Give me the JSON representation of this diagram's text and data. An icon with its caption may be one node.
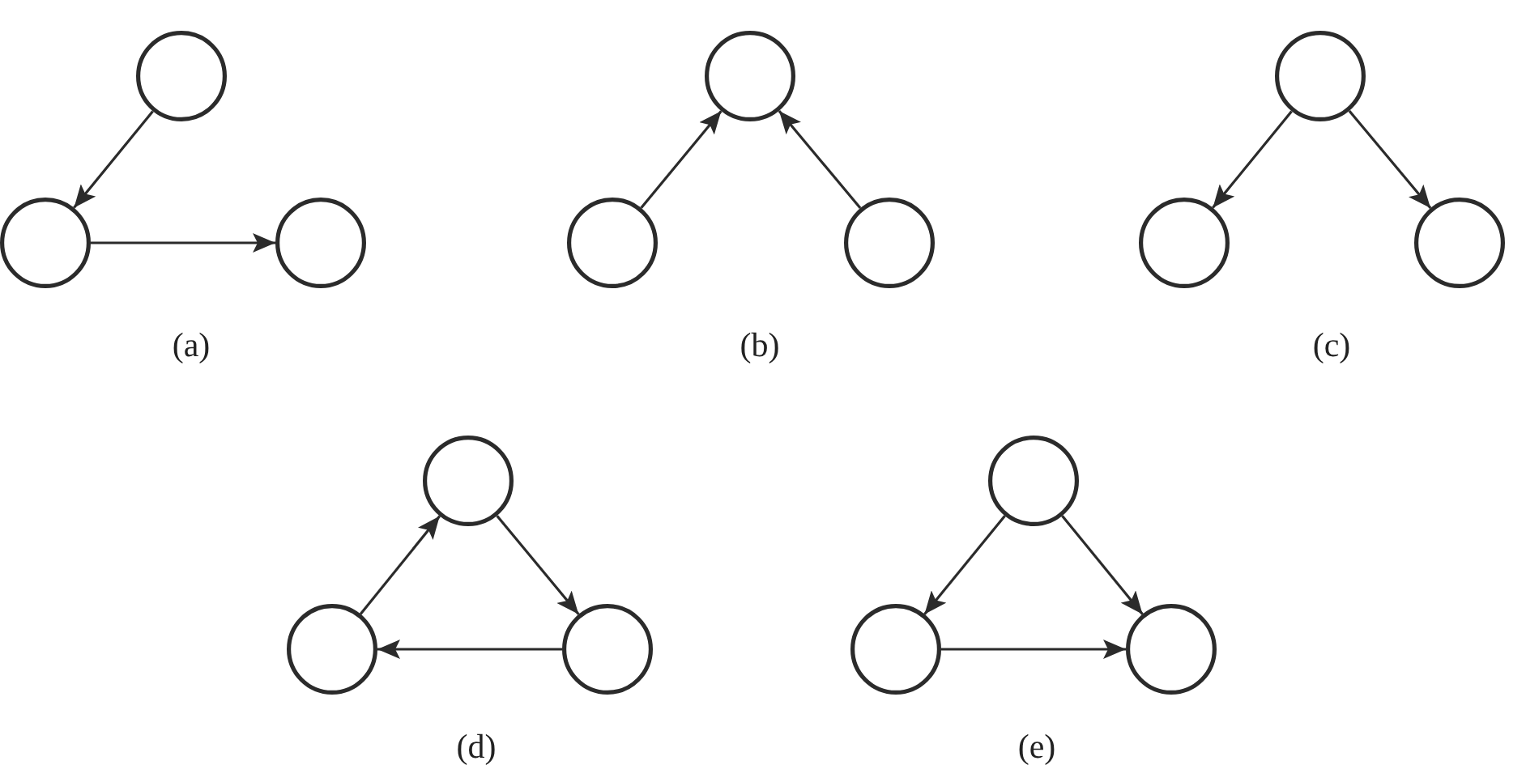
{
  "diagram": {
    "nodes": [
      {
        "text": [],
        "shape": "circle"
      },
      {
        "text": [],
        "shape": "circle"
      },
      {
        "text": [],
        "shape": "circle"
      },
      {
        "text": [],
        "shape": "circle"
      },
      {
        "text": [],
        "shape": "circle"
      },
      {
        "text": [],
        "shape": "circle"
      },
      {
        "text": [],
        "shape": "circle"
      },
      {
        "text": [],
        "shape": "circle"
      },
      {
        "text": [],
        "shape": "circle"
      },
      {
        "text": [],
        "shape": "circle"
      },
      {
        "text": [],
        "shape": "circle"
      },
      {
        "text": [],
        "shape": "circle"
      },
      {
        "text": [],
        "shape": "circle"
      },
      {
        "text": [],
        "shape": "circle"
      },
      {
        "text": [],
        "shape": "circle"
      }
    ],
    "edges": [
      {
        "from": 0,
        "to": 1,
        "arrow": "to"
      },
      {
        "from": 1,
        "to": 2,
        "arrow": "to"
      },
      {
        "from": 4,
        "to": 3,
        "arrow": "to"
      },
      {
        "from": 5,
        "to": 3,
        "arrow": "to"
      },
      {
        "from": 6,
        "to": 7,
        "arrow": "to"
      },
      {
        "from": 6,
        "to": 8,
        "arrow": "to"
      },
      {
        "from": 10,
        "to": 9,
        "arrow": "to"
      },
      {
        "from": 9,
        "to": 11,
        "arrow": "to"
      },
      {
        "from": 11,
        "to": 10,
        "arrow": "to"
      },
      {
        "from": 12,
        "to": 13,
        "arrow": "to"
      },
      {
        "from": 12,
        "to": 14,
        "arrow": "to"
      },
      {
        "from": 13,
        "to": 14,
        "arrow": "to"
      }
    ],
    "labels": [
      "(a)",
      "(b)",
      "(c)",
      "(d)",
      "(e)"
    ]
  }
}
